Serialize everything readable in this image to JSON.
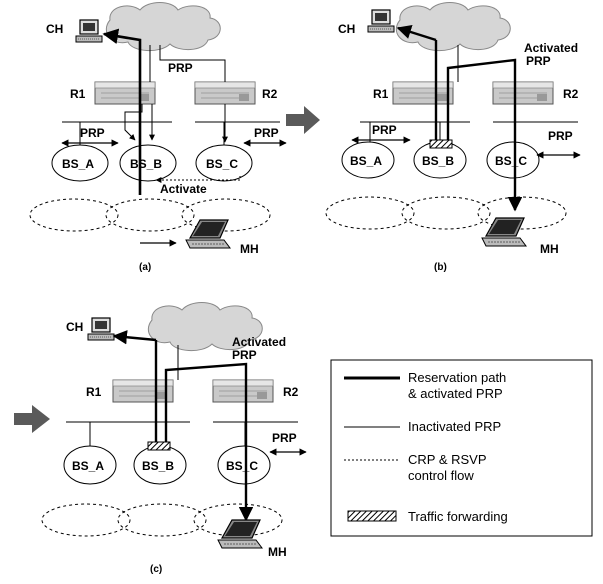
{
  "colors": {
    "cloud": "#d6d6d6",
    "router": "#c9c9c9",
    "arrow_big": "#5a5a5a",
    "ink": "#000000"
  },
  "panels": {
    "a": {
      "caption": "(a)",
      "ch": "CH",
      "r1": "R1",
      "r2": "R2",
      "prp_top": "PRP",
      "prp_left": "PRP",
      "prp_right": "PRP",
      "bs_a": "BS_A",
      "bs_b": "BS_B",
      "bs_c": "BS_C",
      "activate": "Activate",
      "mh": "MH"
    },
    "b": {
      "caption": "(b)",
      "ch": "CH",
      "r1": "R1",
      "r2": "R2",
      "activated_l1": "Activated",
      "activated_l2": "PRP",
      "prp_left": "PRP",
      "prp_right": "PRP",
      "bs_a": "BS_A",
      "bs_b": "BS_B",
      "bs_c": "BS_C",
      "mh": "MH"
    },
    "c": {
      "caption": "(c)",
      "ch": "CH",
      "r1": "R1",
      "r2": "R2",
      "activated_l1": "Activated",
      "activated_l2": "PRP",
      "prp_right": "PRP",
      "bs_a": "BS_A",
      "bs_b": "BS_B",
      "bs_c": "BS_C",
      "mh": "MH"
    }
  },
  "legend": {
    "reservation_l1": "Reservation path",
    "reservation_l2": "& activated PRP",
    "inactivated": "Inactivated PRP",
    "crp_l1": "CRP & RSVP",
    "crp_l2": "control flow",
    "traffic": "Traffic forwarding"
  }
}
